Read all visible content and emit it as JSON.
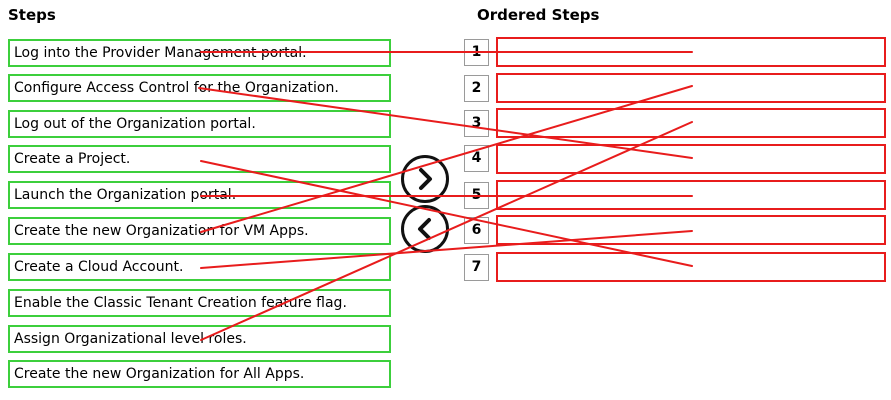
{
  "headings": {
    "steps": "Steps",
    "ordered": "Ordered Steps"
  },
  "steps": [
    "Log into the Provider Management portal.",
    "Configure Access Control for the Organization.",
    "Log out of the Organization portal.",
    "Create a Project.",
    "Launch the Organization portal.",
    "Create the new Organization for VM Apps.",
    "Create a Cloud Account.",
    "Enable the Classic Tenant Creation feature flag.",
    "Assign Organizational level roles.",
    "Create the new Organization for All Apps."
  ],
  "ordered_numbers": [
    "1",
    "2",
    "3",
    "4",
    "5",
    "6",
    "7"
  ],
  "buttons": {
    "move_right_icon": "chevron-right-icon",
    "move_left_icon": "chevron-left-icon"
  },
  "colors": {
    "step_border": "#3ccf3c",
    "slot_border": "#e81c1c",
    "answer_line": "#e81c1c"
  }
}
